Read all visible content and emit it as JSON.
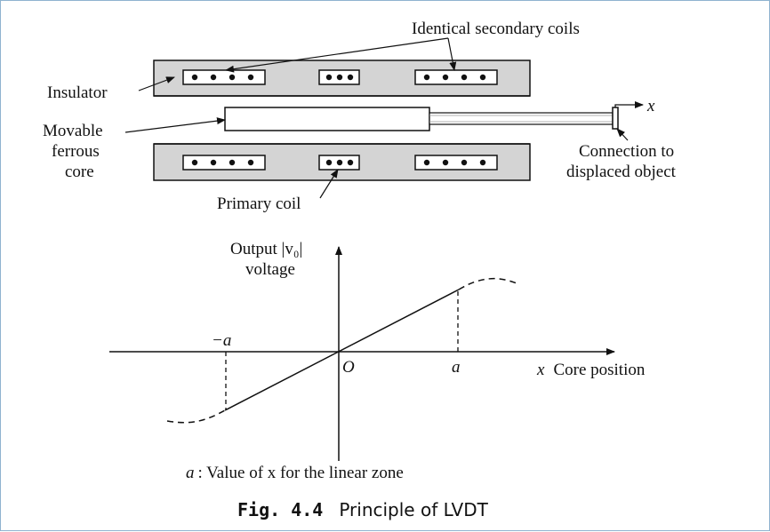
{
  "diagram": {
    "labels": {
      "secondary_coils": "Identical secondary coils",
      "insulator": "Insulator",
      "movable_line1": "Movable",
      "movable_line2": "ferrous",
      "movable_line3": "core",
      "connection_line1": "Connection to",
      "connection_line2": "displaced object",
      "primary_coil": "Primary coil",
      "x_arrow": "x"
    }
  },
  "graph": {
    "output_line1": "Output |v₀|",
    "output_line2": "voltage",
    "neg_a": "−a",
    "origin": "O",
    "pos_a": "a",
    "x_axis_var": "x",
    "x_axis_label": "Core position",
    "note_var": "a",
    "note_text": ": Value of x for the linear zone"
  },
  "caption": {
    "figure": "Fig. 4.4",
    "title": "Principle of LVDT"
  }
}
